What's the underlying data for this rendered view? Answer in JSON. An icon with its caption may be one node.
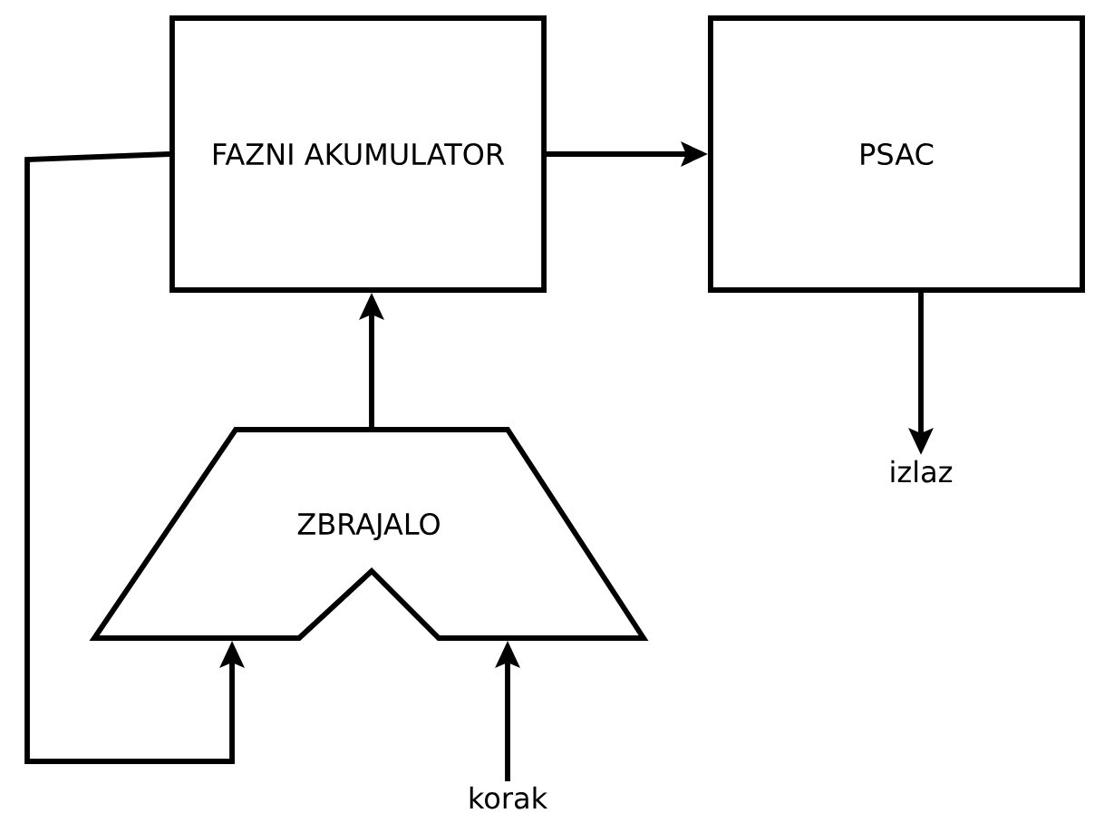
{
  "diagram": {
    "nodes": [
      {
        "text": [
          "FAZNI AKUMULATOR"
        ]
      },
      {
        "text": [
          "PSAC"
        ]
      },
      {
        "text": [
          "ZBRAJALO"
        ]
      },
      {
        "text": [
          "izlaz"
        ]
      },
      {
        "text": [
          "korak"
        ]
      }
    ],
    "edges": [
      {
        "from": 0,
        "to": 1,
        "arrow": "to"
      },
      {
        "from": 2,
        "to": 0,
        "arrow": "to"
      },
      {
        "from": 1,
        "to": 3,
        "arrow": "to"
      },
      {
        "from": 4,
        "to": 2,
        "arrow": "to"
      },
      {
        "from": 0,
        "to": 2,
        "arrow": "to"
      }
    ]
  }
}
